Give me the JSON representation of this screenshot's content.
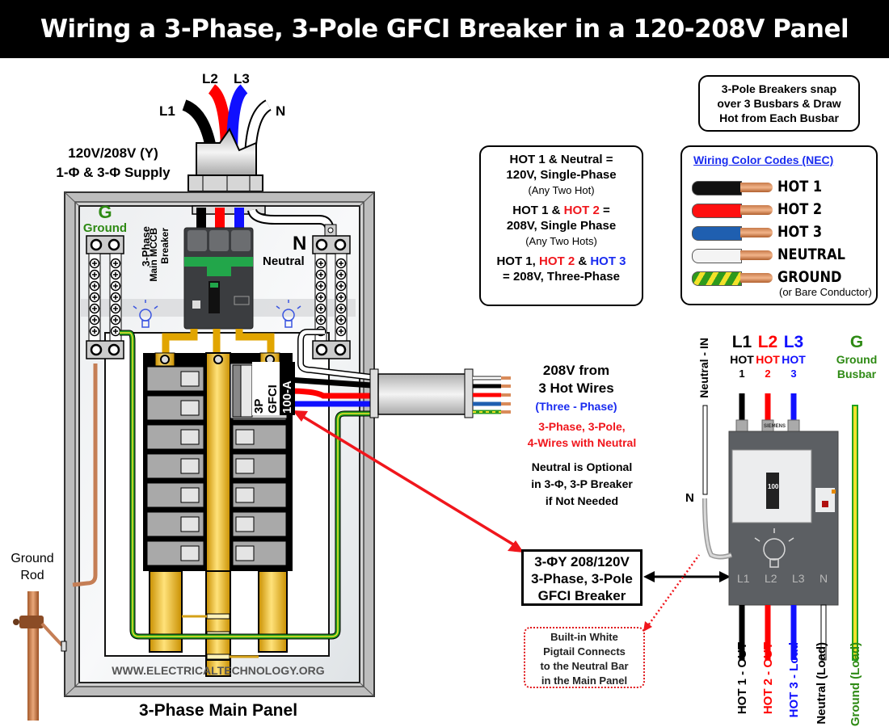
{
  "title": "Wiring a 3-Phase, 3-Pole GFCI Breaker in a 120-208V Panel",
  "supply": {
    "voltage_label": "120V/208V (Y)",
    "phase_label": "1-Φ & 3-Φ Supply",
    "wires": [
      {
        "label": "L1",
        "color": "#000000"
      },
      {
        "label": "L2",
        "color": "#ff0000"
      },
      {
        "label": "L3",
        "color": "#1010ff"
      },
      {
        "label": "N",
        "color": "#ffffff"
      }
    ]
  },
  "panel": {
    "ground_letter": "G",
    "ground_label": "Ground",
    "neutral_letter": "N",
    "neutral_label": "Neutral",
    "main_breaker_label": [
      "3-Phase",
      "Main MCCB",
      "Breaker"
    ],
    "gfci_label": [
      "3P",
      "GFCI",
      "100-A"
    ],
    "website": "WWW.ELECTRICALTECHNOLOGY.ORG",
    "caption": "3-Phase Main Panel",
    "ground_rod_label": [
      "Ground",
      "Rod"
    ]
  },
  "voltage_box": {
    "line1": "HOT 1 & Neutral =",
    "line2": "120V, Single-Phase",
    "line3": "(Any Two Hot)",
    "line4_a": "HOT 1 & ",
    "line4_b": "HOT 2",
    "line4_c": " =",
    "line5": "208V, Single Phase",
    "line6": "(Any Two Hots)",
    "line7_a": "HOT 1, ",
    "line7_b": "HOT 2",
    "line7_c": " & ",
    "line7_d": "HOT 3",
    "line8": "= 208V, Three-Phase"
  },
  "busbar_note": [
    "3-Pole Breakers snap",
    "over 3 Busbars & Draw",
    "Hot from Each Busbar"
  ],
  "color_codes": {
    "heading": "Wiring Color Codes (NEC)",
    "items": [
      {
        "label": "HOT 1",
        "color": "#111111",
        "sub": ""
      },
      {
        "label": "HOT 2",
        "color": "#ff1010",
        "sub": ""
      },
      {
        "label": "HOT 3",
        "color": "#1f5fb0",
        "sub": ""
      },
      {
        "label": "NEUTRAL",
        "color": "#f4f4f4",
        "sub": ""
      },
      {
        "label": "GROUND",
        "color": "#2e9a1c",
        "sub": "(or Bare Conductor)"
      }
    ]
  },
  "cable_notes": {
    "line1": "208V from",
    "line2": "3 Hot Wires",
    "line3": "(Three - Phase)",
    "line4": "3-Phase, 3-Pole,",
    "line5": "4-Wires with Neutral",
    "line6": "Neutral is Optional",
    "line7": "in 3-Φ, 3-P Breaker",
    "line8": "if Not Needed"
  },
  "breaker_box": [
    "3-ΦY 208/120V",
    "3-Phase, 3-Pole",
    "GFCI Breaker"
  ],
  "pigtail_note": [
    "Built-in White",
    "Pigtail Connects",
    "to the Neutral Bar",
    "in the Main Panel"
  ],
  "gfci_breaker": {
    "neutral_in": "Neutral - IN",
    "n_label": "N",
    "inputs": [
      {
        "line": "L1",
        "hot": "HOT",
        "num": "1",
        "color": "#000000"
      },
      {
        "line": "L2",
        "hot": "HOT",
        "num": "2",
        "color": "#ff0000"
      },
      {
        "line": "L3",
        "hot": "HOT",
        "num": "3",
        "color": "#1010ff"
      }
    ],
    "ground": {
      "letter": "G",
      "line1": "Ground",
      "line2": "Busbar"
    },
    "brand": "SIEMENS",
    "handle_rating": "100",
    "terminals": [
      "L1",
      "L2",
      "L3",
      "N"
    ],
    "outputs": [
      {
        "label": "HOT 1 - OUT",
        "color": "#000000"
      },
      {
        "label": "HOT 2 - OUT",
        "color": "#ff0000"
      },
      {
        "label": "HOT 3 - Load",
        "color": "#1010ff"
      },
      {
        "label": "Neutral (Load)",
        "color": "#000000"
      },
      {
        "label": "Ground (Load)",
        "color": "#2e8a14"
      }
    ]
  }
}
